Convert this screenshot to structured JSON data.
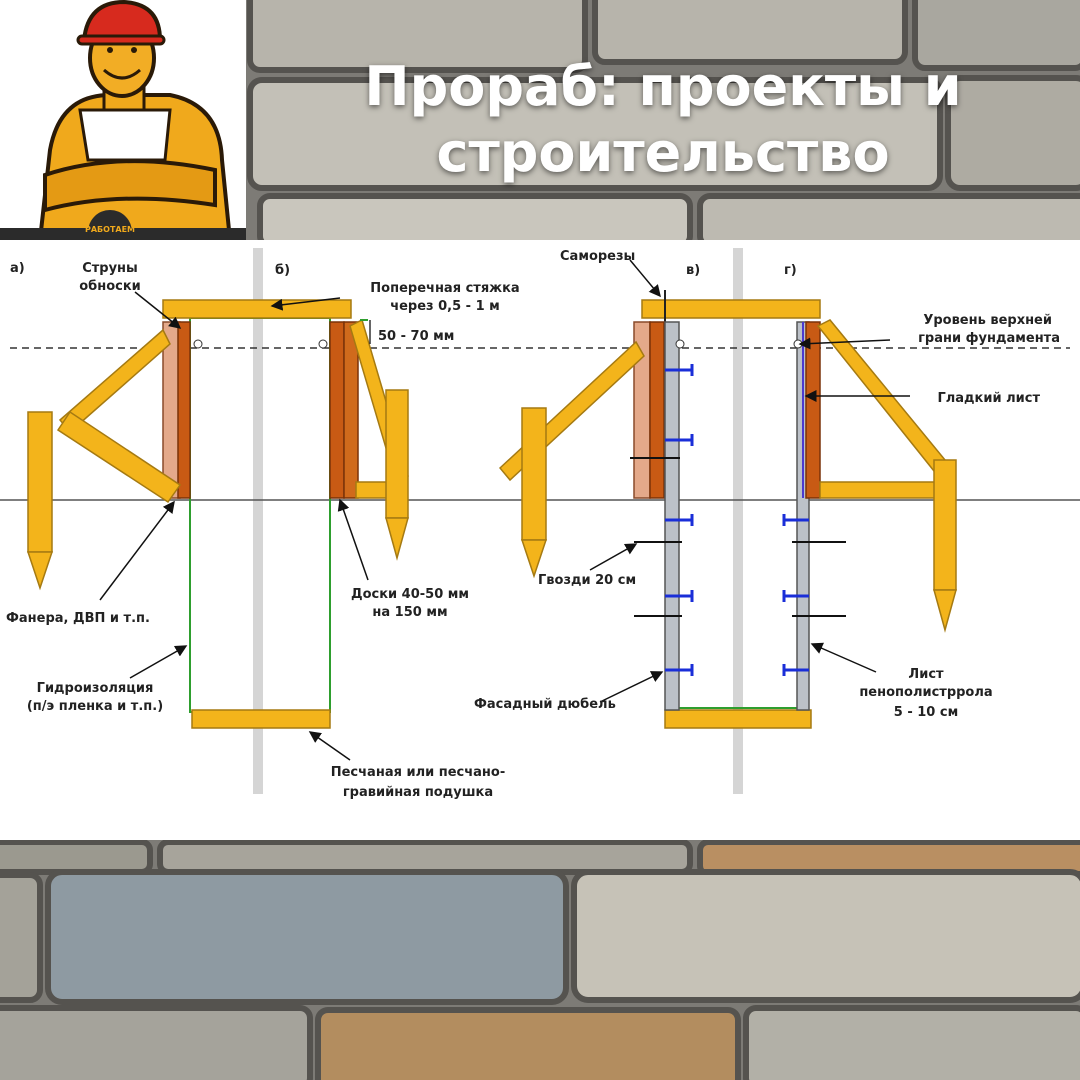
{
  "title": {
    "line1": "Прораб: проекты и",
    "line2": "строительство"
  },
  "logo": {
    "badge_text": "РАБОТАЕМ"
  },
  "diagram": {
    "panels": [
      "а)",
      "б)",
      "в)",
      "г)"
    ],
    "labels": {
      "strings_line1": "Струны",
      "strings_line2": "обноски",
      "tie_line1": "Поперечная стяжка",
      "tie_line2": "через 0,5 - 1 м",
      "gap": "50 - 70 мм",
      "screws": "Саморезы",
      "level_line1": "Уровень верхней",
      "level_line2": "грани фундамента",
      "smooth_sheet": "Гладкий лист",
      "plywood": "Фанера, ДВП и т.п.",
      "boards_line1": "Доски 40-50 мм",
      "boards_line2": "на 150 мм",
      "nails": "Гвозди 20 см",
      "waterproof_line1": "Гидроизоляция",
      "waterproof_line2": "(п/э пленка и т.п.)",
      "dowel": "Фасадный дюбель",
      "sheet_line1": "Лист",
      "sheet_line2": "пенополистррола",
      "sheet_line3": "5 - 10 см",
      "cushion_line1": "Песчаная или песчано-",
      "cushion_line2": "гравийная подушка"
    }
  },
  "colors": {
    "wood": "#f3b41b",
    "wood_edge": "#a57a12",
    "board": "#c85a14",
    "insulation": "#bcc1c8",
    "waterproof": "#2e9e2e",
    "dowel": "#1a2ed8"
  }
}
